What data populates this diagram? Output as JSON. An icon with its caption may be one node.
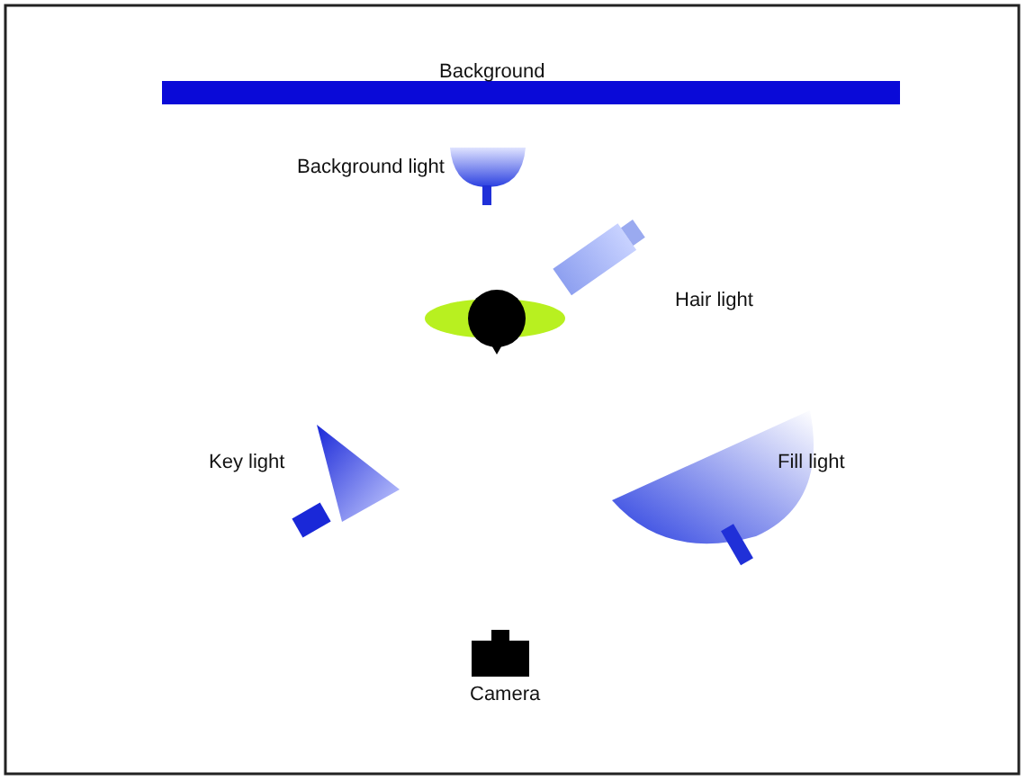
{
  "diagram": {
    "labels": [
      "Background",
      "Background light",
      "Hair light",
      "Key light",
      "Fill light",
      "Camera"
    ]
  }
}
